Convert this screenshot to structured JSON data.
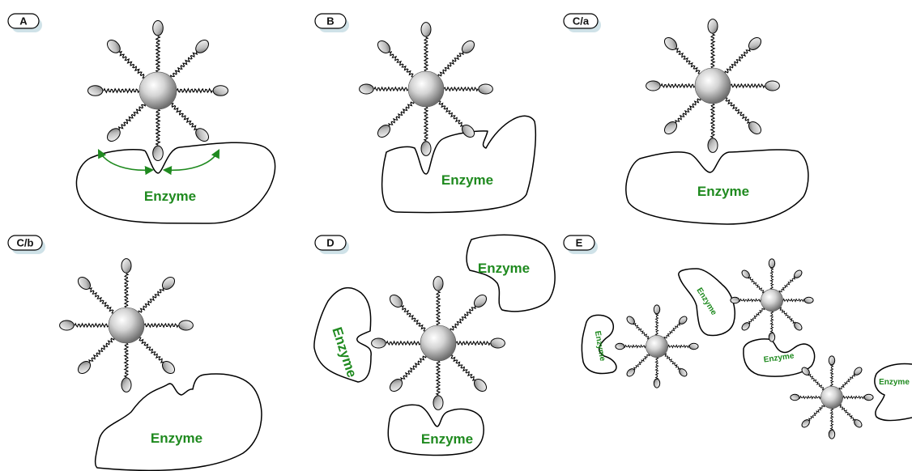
{
  "colors": {
    "enzyme_text": "#1f8a1f",
    "arrow": "#1f8a1f",
    "outline": "#000000",
    "badge_shadow": "#cfe2e8",
    "ligand_fill": "#d9d9d9"
  },
  "panels": [
    {
      "id": "A",
      "label": "A",
      "enzyme_labels": [
        "Enzyme"
      ]
    },
    {
      "id": "B",
      "label": "B",
      "enzyme_labels": [
        "Enzyme"
      ]
    },
    {
      "id": "Ca",
      "label": "C/a",
      "enzyme_labels": [
        "Enzyme"
      ]
    },
    {
      "id": "Cb",
      "label": "C/b",
      "enzyme_labels": [
        "Enzyme"
      ]
    },
    {
      "id": "D",
      "label": "D",
      "enzyme_labels": [
        "Enzyme",
        "Enzyme",
        "Enzyme"
      ]
    },
    {
      "id": "E",
      "label": "E",
      "enzyme_labels": [
        "Enzyme",
        "Enzyme",
        "Enzyme",
        "Enzyme"
      ]
    }
  ],
  "icons": {
    "core": "nanoparticle-core-icon",
    "ligand": "ligand-headgroup-icon",
    "linker": "wavy-linker-icon",
    "enzyme": "enzyme-blob-icon",
    "arrow": "curved-arrow-icon"
  }
}
